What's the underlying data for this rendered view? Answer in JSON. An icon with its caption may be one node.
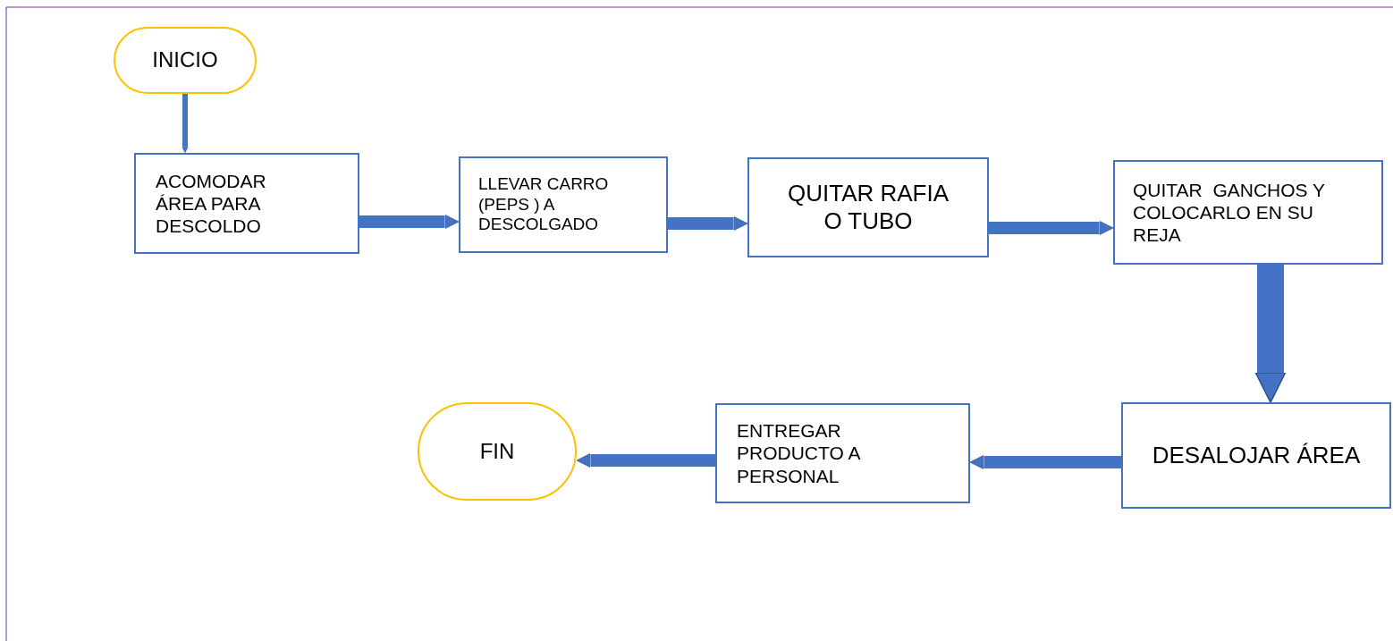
{
  "diagram": {
    "nodes": [
      {
        "text": [
          "INICIO"
        ]
      },
      {
        "text": [
          "ACOMODAR ÁREA PARA DESCOLDO"
        ]
      },
      {
        "text": [
          "LLEVAR CARRO (PEPS ) A DESCOLGADO"
        ]
      },
      {
        "text": [
          "QUITAR RAFIA O TUBO"
        ]
      },
      {
        "text": [
          "QUITAR  GANCHOS Y COLOCARLO EN SU REJA"
        ]
      },
      {
        "text": [
          "DESALOJAR ÁREA"
        ]
      },
      {
        "text": [
          "ENTREGAR PRODUCTO A PERSONAL"
        ]
      },
      {
        "text": [
          "FIN"
        ]
      }
    ],
    "edges": [
      {
        "from": 0,
        "to": 1,
        "arrow": "to"
      },
      {
        "from": 1,
        "to": 2,
        "arrow": "to"
      },
      {
        "from": 2,
        "to": 3,
        "arrow": "to"
      },
      {
        "from": 3,
        "to": 4,
        "arrow": "to"
      },
      {
        "from": 4,
        "to": 5,
        "arrow": "to",
        "style": "thick"
      },
      {
        "from": 5,
        "to": 6,
        "arrow": "to"
      },
      {
        "from": 6,
        "to": 7,
        "arrow": "to"
      }
    ]
  }
}
